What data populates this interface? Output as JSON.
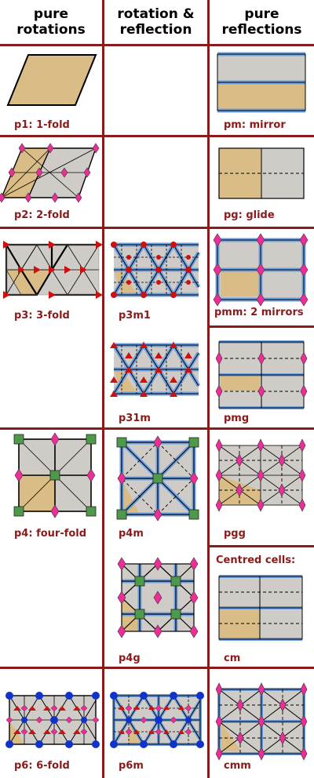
{
  "headers": {
    "rotations": [
      "pure",
      "rotations"
    ],
    "both": [
      "rotation &",
      "reflection"
    ],
    "reflections": [
      "pure",
      "reflections"
    ]
  },
  "labels": {
    "p1": "p1: 1-fold",
    "p2": "p2: 2-fold",
    "p3": "p3: 3-fold",
    "p4": "p4: four-fold",
    "p6": "p6: 6-fold",
    "p3m1": "p3m1",
    "p31m": "p31m",
    "p4m": "p4m",
    "p4g": "p4g",
    "p6m": "p6m",
    "pm": "pm: mirror",
    "pg": "pg: glide",
    "pmm": "pmm: 2 mirrors",
    "pmg": "pmg",
    "pgg": "pgg",
    "centred": "Centred cells:",
    "cm": "cm",
    "cmm": "cmm"
  },
  "colors": {
    "grid": "#8b1a1a",
    "label": "#8b1a1a",
    "tan": "#d9bc86",
    "gray": "#cfcbc6",
    "mirror": "#6fa0e0",
    "twofold": "#ee2d99",
    "threefold": "#cc1111",
    "fourfold": "#4f9a4a",
    "sixfold": "#1133cc"
  },
  "icons": [
    "diamond-icon",
    "triangle-icon",
    "square-icon",
    "hexagon-icon"
  ]
}
